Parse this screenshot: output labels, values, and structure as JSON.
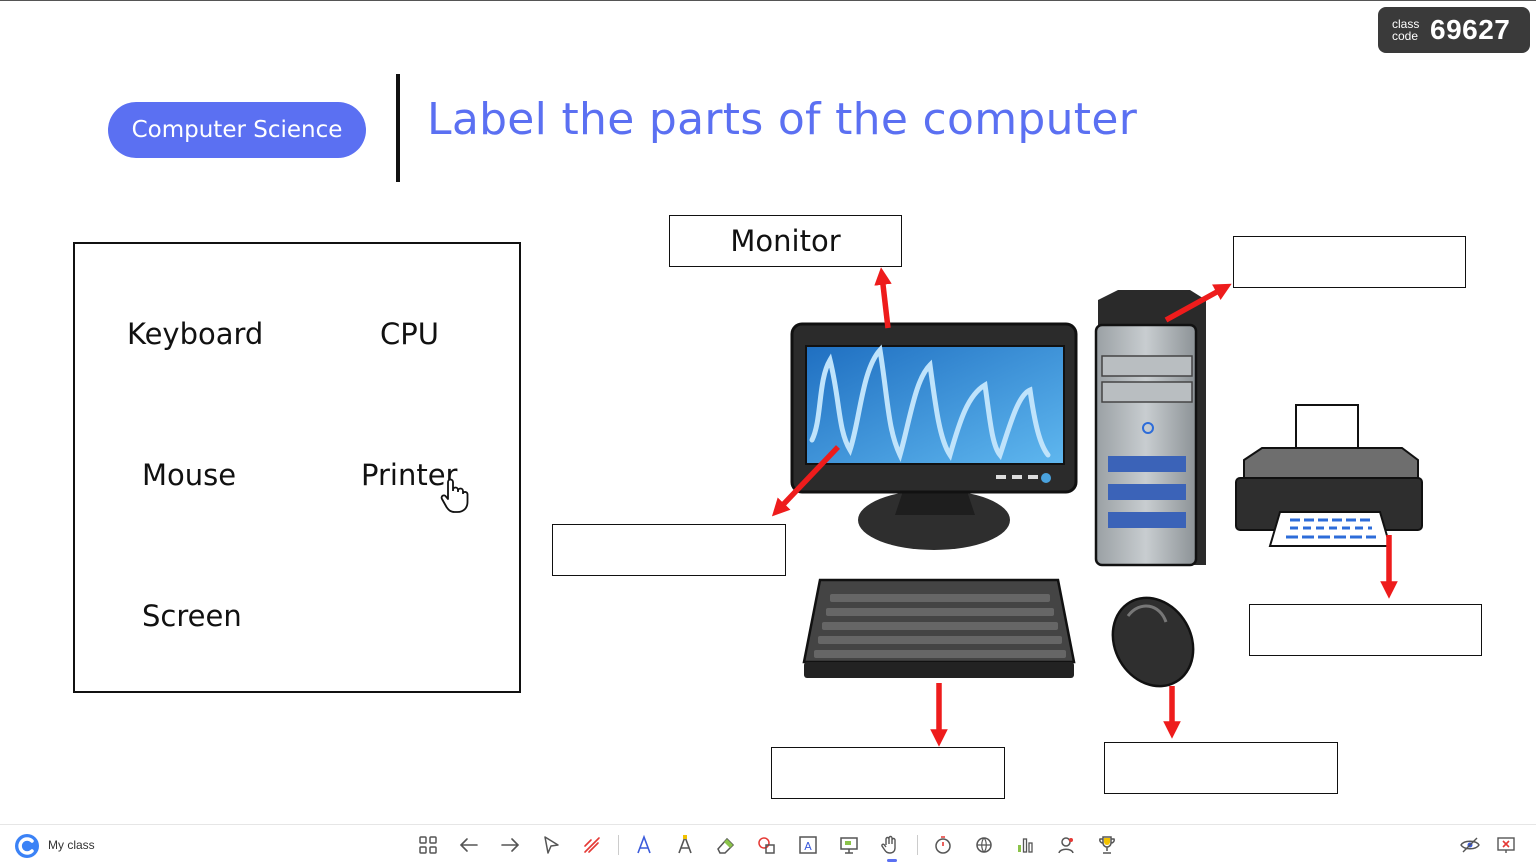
{
  "class_code": {
    "label_line1": "class",
    "label_line2": "code",
    "value": "69627"
  },
  "header": {
    "subject": "Computer Science",
    "title": "Label the parts of the computer"
  },
  "word_bank": {
    "words": [
      "Keyboard",
      "CPU",
      "Mouse",
      "Printer",
      "Screen"
    ]
  },
  "diagram": {
    "labels": {
      "monitor": "Monitor",
      "cpu": "",
      "screen": "",
      "printer": "",
      "keyboard": "",
      "mouse": ""
    },
    "arrow_color": "#ee1c1c"
  },
  "toolbar": {
    "brand_name": "My class",
    "icons": [
      "grid-icon",
      "arrow-left-icon",
      "arrow-right-icon",
      "pointer-icon",
      "laser-pen-icon",
      "pen-icon",
      "highlighter-icon",
      "eraser-icon",
      "shapes-icon",
      "text-box-icon",
      "whiteboard-icon",
      "hand-icon",
      "timer-icon",
      "web-browser-icon",
      "poll-chart-icon",
      "random-picker-icon",
      "trophy-icon",
      "hide-icon",
      "exit-presentation-icon"
    ]
  },
  "colors": {
    "accent": "#5b70f2",
    "dark": "#3a3a3a"
  }
}
